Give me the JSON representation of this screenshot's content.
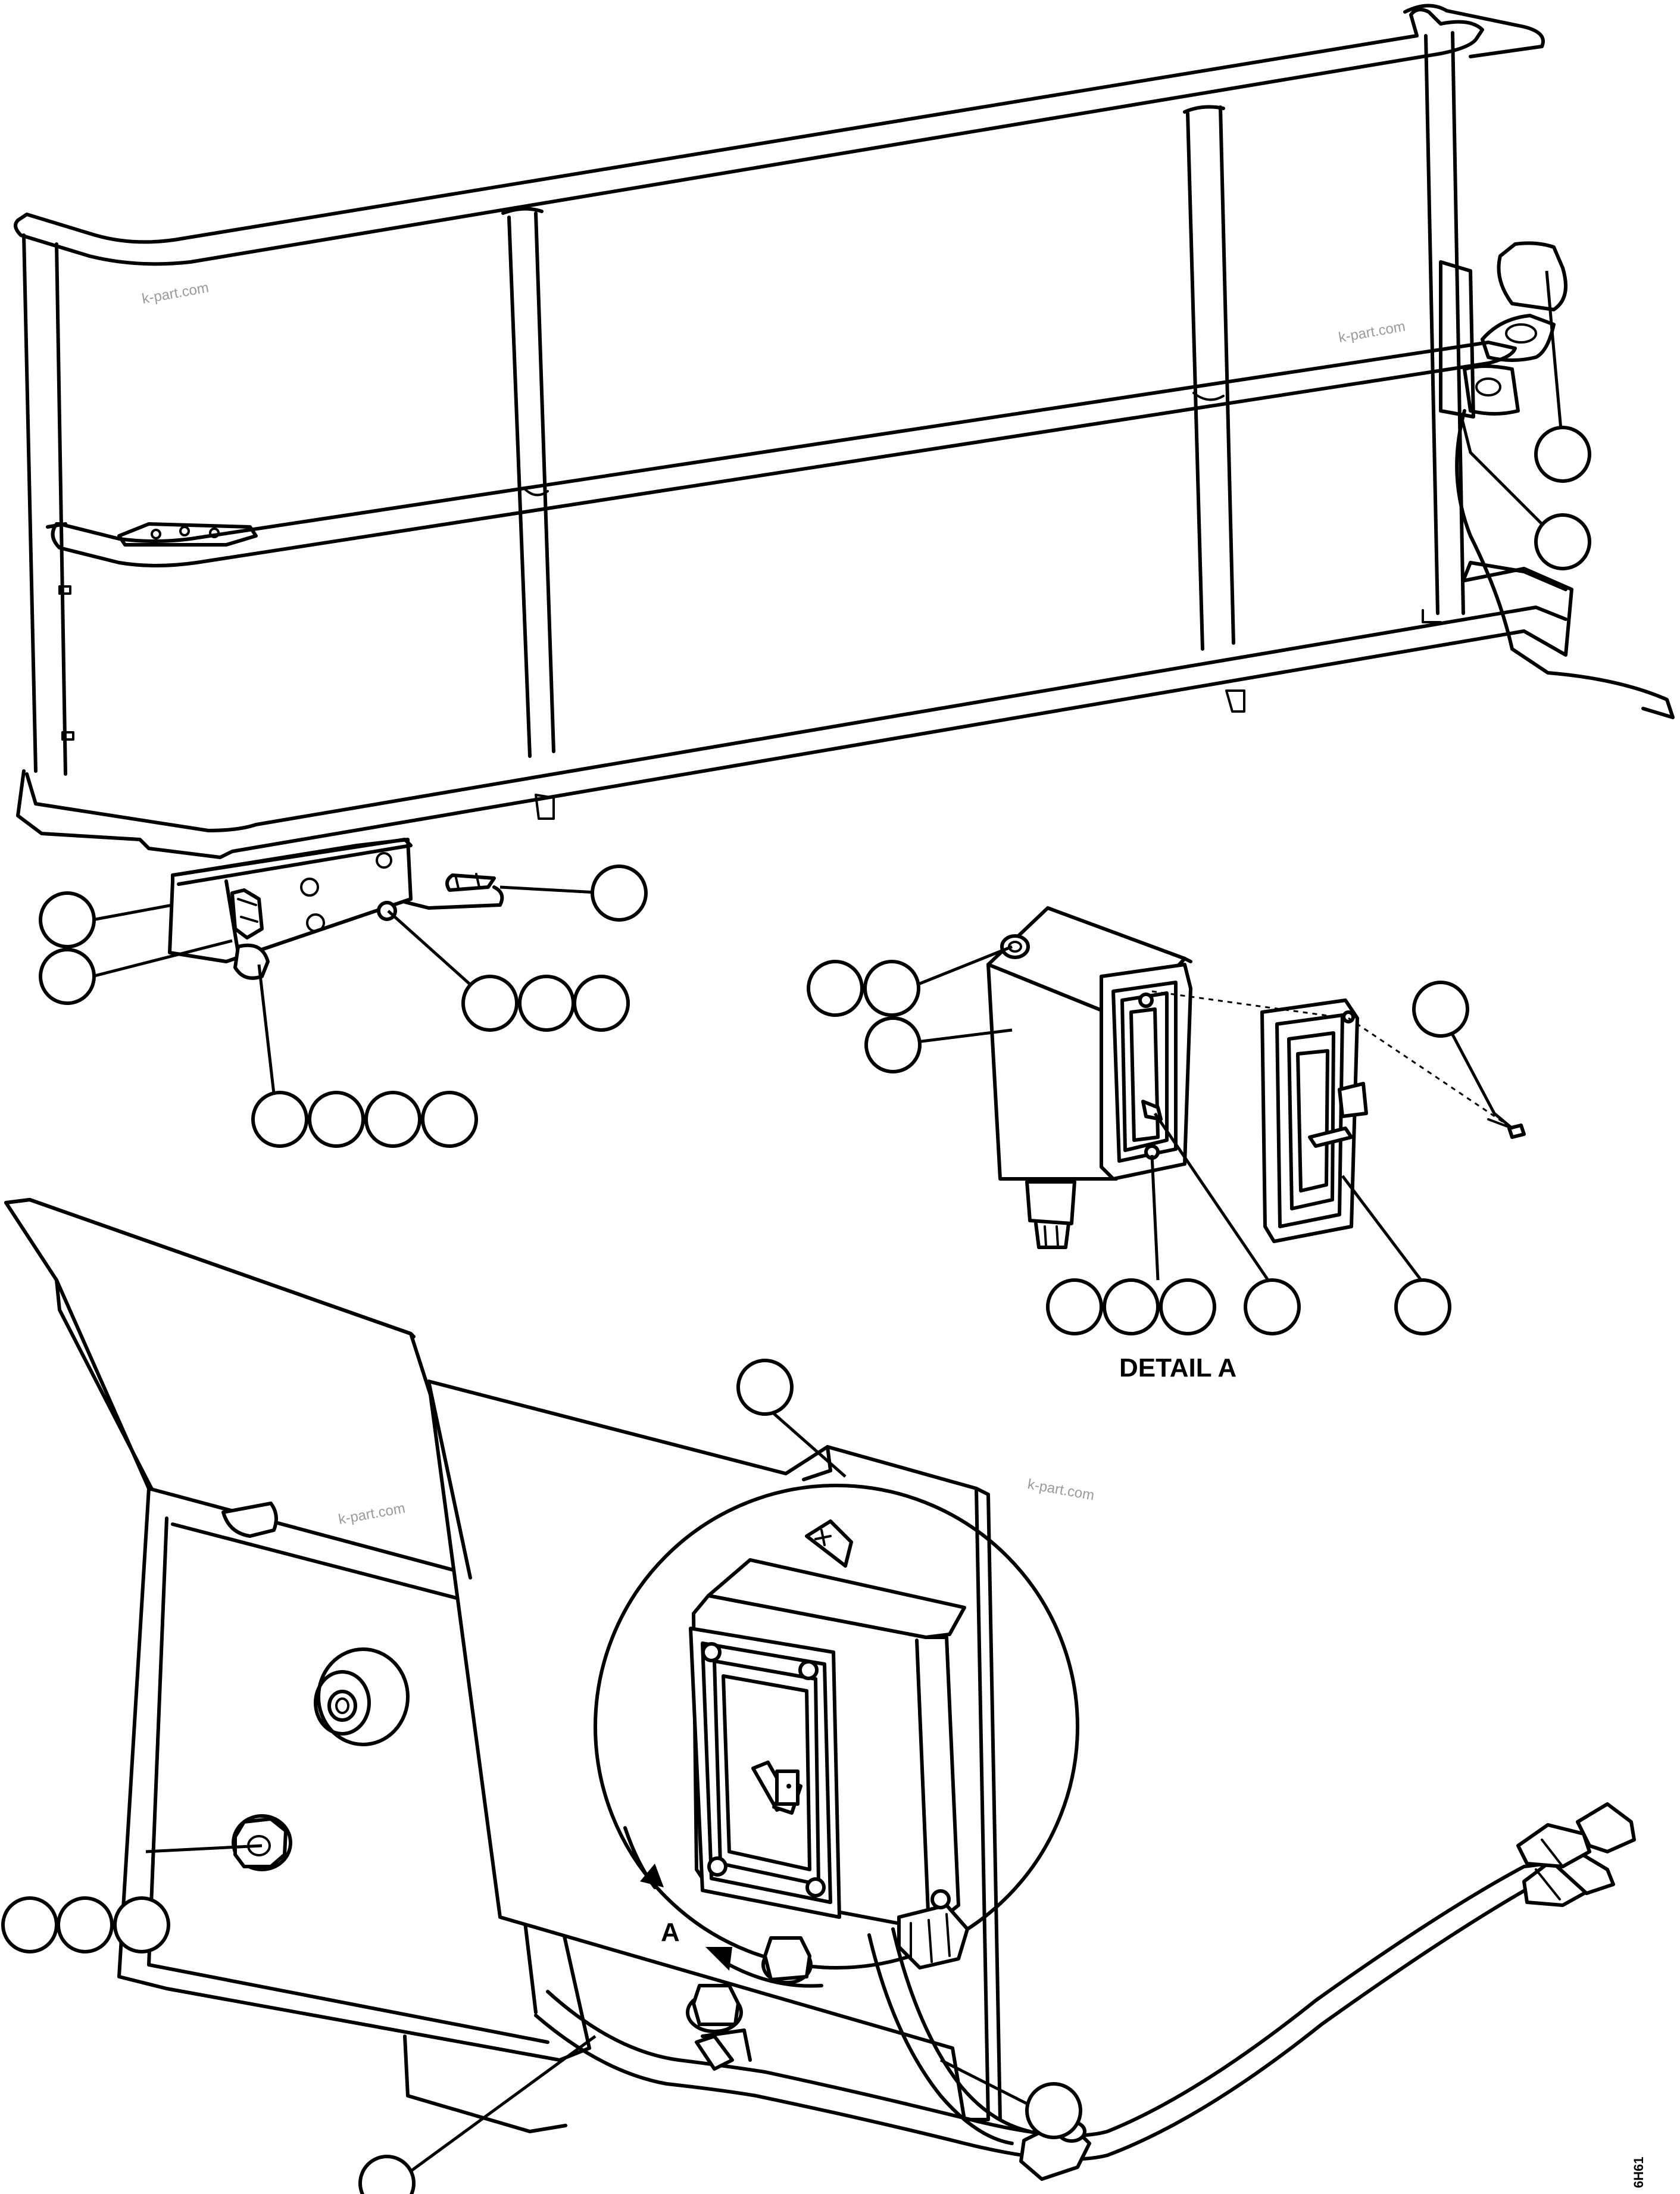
{
  "drawing": {
    "detail_label": "DETAIL A",
    "view_marker": "A",
    "watermarks": [
      "k-part.com",
      "k-part.com",
      "k-part.com",
      "k-part.com"
    ],
    "drawing_code": "6H61"
  },
  "callouts": [
    {
      "id": "c-railing-1"
    },
    {
      "id": "c-railing-2"
    },
    {
      "id": "c-bracket-1"
    },
    {
      "id": "c-bracket-2"
    },
    {
      "id": "c-pin"
    },
    {
      "id": "c-fast-1"
    },
    {
      "id": "c-fast-2"
    },
    {
      "id": "c-fast-3"
    },
    {
      "id": "c-cable-1"
    },
    {
      "id": "c-cable-2"
    },
    {
      "id": "c-cable-3"
    },
    {
      "id": "c-cable-4"
    },
    {
      "id": "c-box-1"
    },
    {
      "id": "c-box-2"
    },
    {
      "id": "c-box-3"
    },
    {
      "id": "c-screw"
    },
    {
      "id": "c-gasket-1"
    },
    {
      "id": "c-gasket-2"
    },
    {
      "id": "c-gasket-3"
    },
    {
      "id": "c-toggle"
    },
    {
      "id": "c-cover"
    },
    {
      "id": "c-plate"
    },
    {
      "id": "c-bolt-1"
    },
    {
      "id": "c-bolt-2"
    },
    {
      "id": "c-bolt-3"
    },
    {
      "id": "c-harness-1"
    },
    {
      "id": "c-harness-2"
    }
  ]
}
